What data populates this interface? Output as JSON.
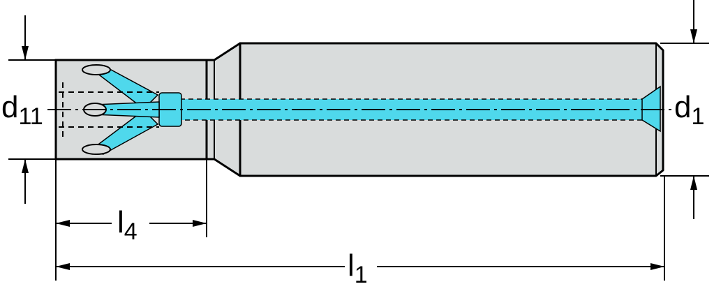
{
  "colors": {
    "body_fill": "#d9dcdc",
    "coolant": "#4fd8ec",
    "line": "#000000",
    "background": "#ffffff"
  },
  "labels": {
    "d11": {
      "main": "d",
      "sub": "11"
    },
    "d1": {
      "main": "d",
      "sub": "1"
    },
    "l4": {
      "main": "l",
      "sub": "4"
    },
    "l1": {
      "main": "l",
      "sub": "1"
    }
  }
}
